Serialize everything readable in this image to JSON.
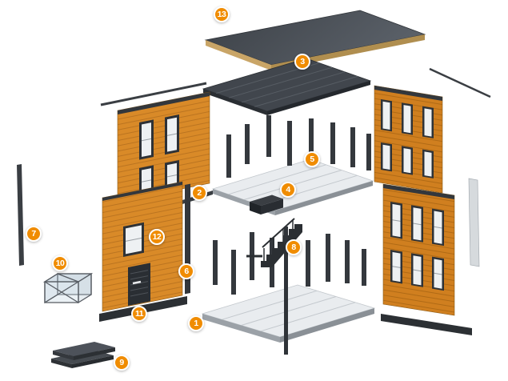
{
  "diagram": {
    "callouts": [
      {
        "number": "1"
      },
      {
        "number": "2"
      },
      {
        "number": "3"
      },
      {
        "number": "4"
      },
      {
        "number": "5"
      },
      {
        "number": "6"
      },
      {
        "number": "7"
      },
      {
        "number": "8"
      },
      {
        "number": "9"
      },
      {
        "number": "10"
      },
      {
        "number": "11"
      },
      {
        "number": "12"
      },
      {
        "number": "13"
      }
    ]
  },
  "colors": {
    "background": "#ffffff",
    "callout_accent": "#f08c00",
    "callout_ring": "#ffffff",
    "wall_orange": "#d98a28",
    "siding_shadow": "#bb7420",
    "panel_dark": "#3f444a",
    "frame_dark": "#2e3237",
    "roof_edge_tan": "#c9a567",
    "floor_light": "#e9ecef",
    "window_pane": "#eef1f3"
  }
}
